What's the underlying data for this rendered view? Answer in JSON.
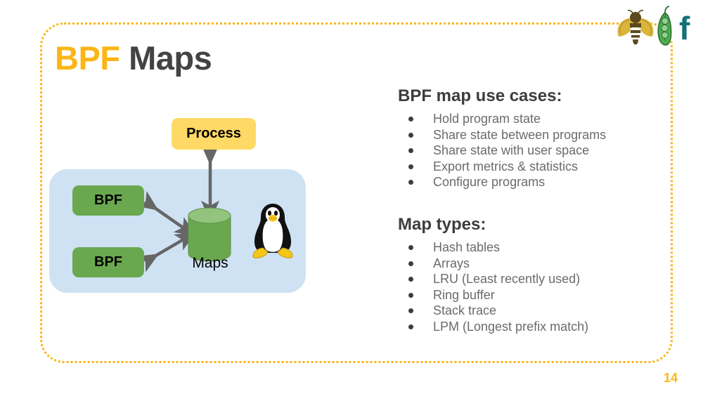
{
  "slide": {
    "title_part_1": "BPF",
    "title_part_2": "Maps",
    "page_number": "14",
    "accent_color": "#fbb615",
    "title_dark_color": "#434343",
    "frame_style": "dotted-rounded-rectangle"
  },
  "logo": {
    "name": "ebpf-logo",
    "parts": [
      "bee-icon",
      "pea-pod-icon",
      "letter-f"
    ],
    "letter": "f",
    "bee_wing_color": "#d4af37",
    "bee_body_color": "#5c4a1e",
    "pod_color": "#4caf50",
    "letter_color": "#15707a"
  },
  "diagram": {
    "kernel_box_color": "#cfe2f3",
    "process_label": "Process",
    "process_color": "#ffd966",
    "bpf_program_1_label": "BPF",
    "bpf_program_2_label": "BPF",
    "bpf_color": "#6aa84f",
    "maps_label": "Maps",
    "maps_cylinder_color": "#6aa84f",
    "arrow_color": "#666666",
    "penguin_name": "tux-linux-mascot"
  },
  "use_cases": {
    "heading": "BPF map use cases:",
    "items": [
      "Hold program state",
      "Share state between programs",
      "Share state with user space",
      "Export metrics & statistics",
      "Configure programs"
    ]
  },
  "map_types": {
    "heading": "Map types:",
    "items": [
      "Hash tables",
      "Arrays",
      "LRU (Least recently used)",
      "Ring buffer",
      "Stack trace",
      "LPM (Longest prefix match)"
    ]
  }
}
